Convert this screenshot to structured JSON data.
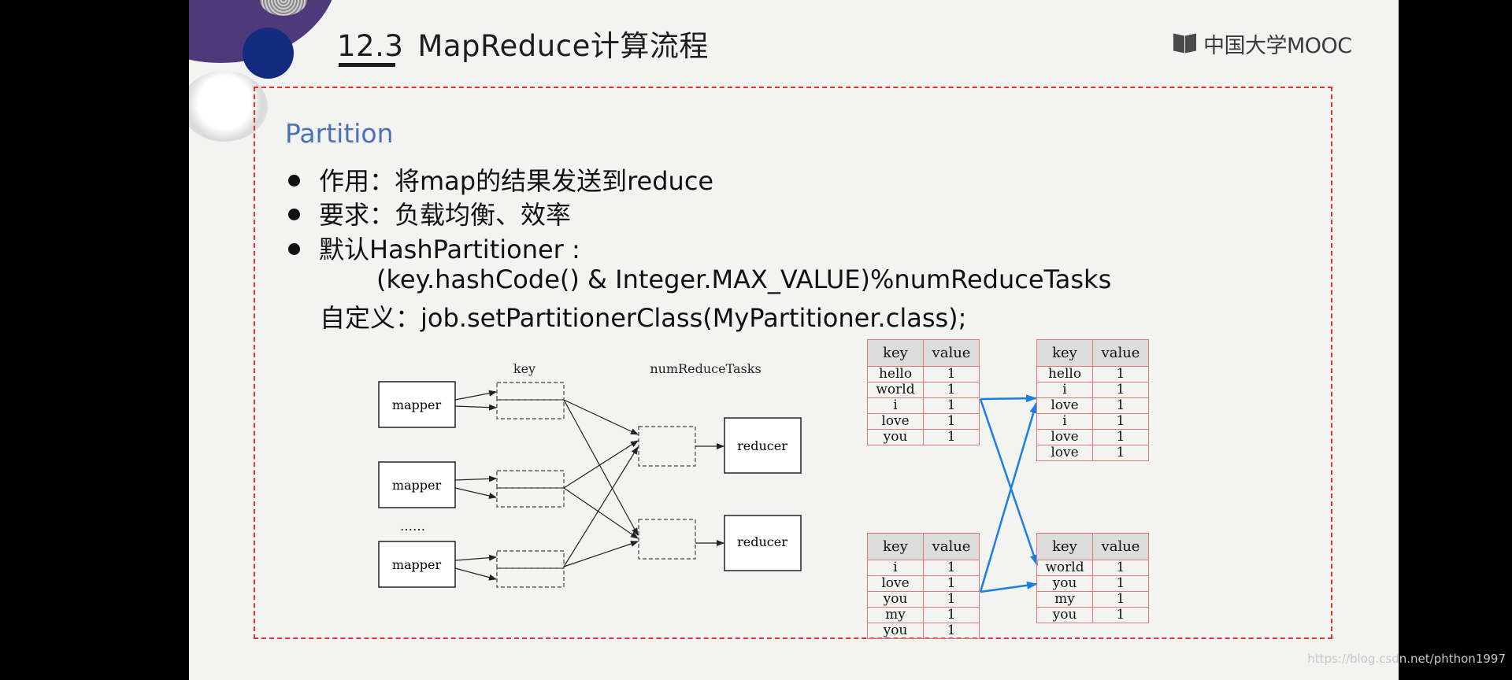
{
  "header": {
    "section_number": "12.3",
    "title": "MapReduce计算流程",
    "logo_text": "中国大学MOOC"
  },
  "content": {
    "heading": "Partition",
    "bullets": [
      "作用：将map的结果发送到reduce",
      "要求：负载均衡、效率",
      "默认HashPartitioner :"
    ],
    "formula": "(key.hashCode() & Integer.MAX_VALUE)%numReduceTasks",
    "custom_line": "自定义：job.setPartitionerClass(MyPartitioner.class);"
  },
  "diagram": {
    "key_label": "key",
    "num_reduce_label": "numReduceTasks",
    "mapper_label": "mapper",
    "reducer_label": "reducer",
    "ellipsis": "……"
  },
  "tables": {
    "headers": [
      "key",
      "value"
    ],
    "map_top": [
      [
        "hello",
        "1"
      ],
      [
        "world",
        "1"
      ],
      [
        "i",
        "1"
      ],
      [
        "love",
        "1"
      ],
      [
        "you",
        "1"
      ]
    ],
    "map_bottom": [
      [
        "i",
        "1"
      ],
      [
        "love",
        "1"
      ],
      [
        "you",
        "1"
      ],
      [
        "my",
        "1"
      ],
      [
        "you",
        "1"
      ]
    ],
    "reduce_top": [
      [
        "hello",
        "1"
      ],
      [
        "i",
        "1"
      ],
      [
        "love",
        "1"
      ],
      [
        "i",
        "1"
      ],
      [
        "love",
        "1"
      ],
      [
        "love",
        "1"
      ]
    ],
    "reduce_bottom": [
      [
        "world",
        "1"
      ],
      [
        "you",
        "1"
      ],
      [
        "my",
        "1"
      ],
      [
        "you",
        "1"
      ]
    ]
  },
  "watermark": "https://blog.csdn.net/phthon1997",
  "colors": {
    "accent_blue": "#4a72b8",
    "frame_red": "#d9352b",
    "arrow_blue": "#1a7fe0"
  }
}
